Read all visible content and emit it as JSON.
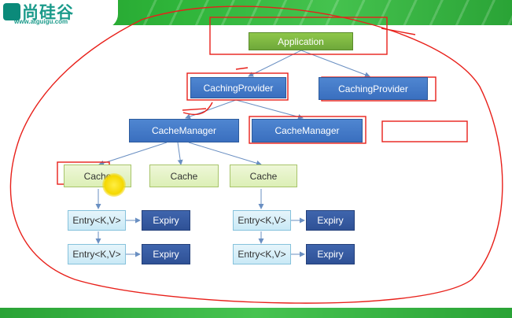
{
  "logo": {
    "text": "尚硅谷",
    "url": "www.atguigu.com"
  },
  "nodes": {
    "application": "Application",
    "caching_provider_1": "CachingProvider",
    "caching_provider_2": "CachingProvider",
    "cache_manager_1": "CacheManager",
    "cache_manager_2": "CacheManager",
    "cache_1": "Cache",
    "cache_2": "Cache",
    "cache_3": "Cache",
    "entry_1": "Entry<K,V>",
    "entry_2": "Entry<K,V>",
    "entry_3": "Entry<K,V>",
    "entry_4": "Entry<K,V>",
    "expiry_1": "Expiry",
    "expiry_2": "Expiry",
    "expiry_3": "Expiry",
    "expiry_4": "Expiry"
  },
  "colors": {
    "annotation": "#e8201a",
    "connector": "#6a8fc2",
    "header_green": "#2fb53a"
  }
}
